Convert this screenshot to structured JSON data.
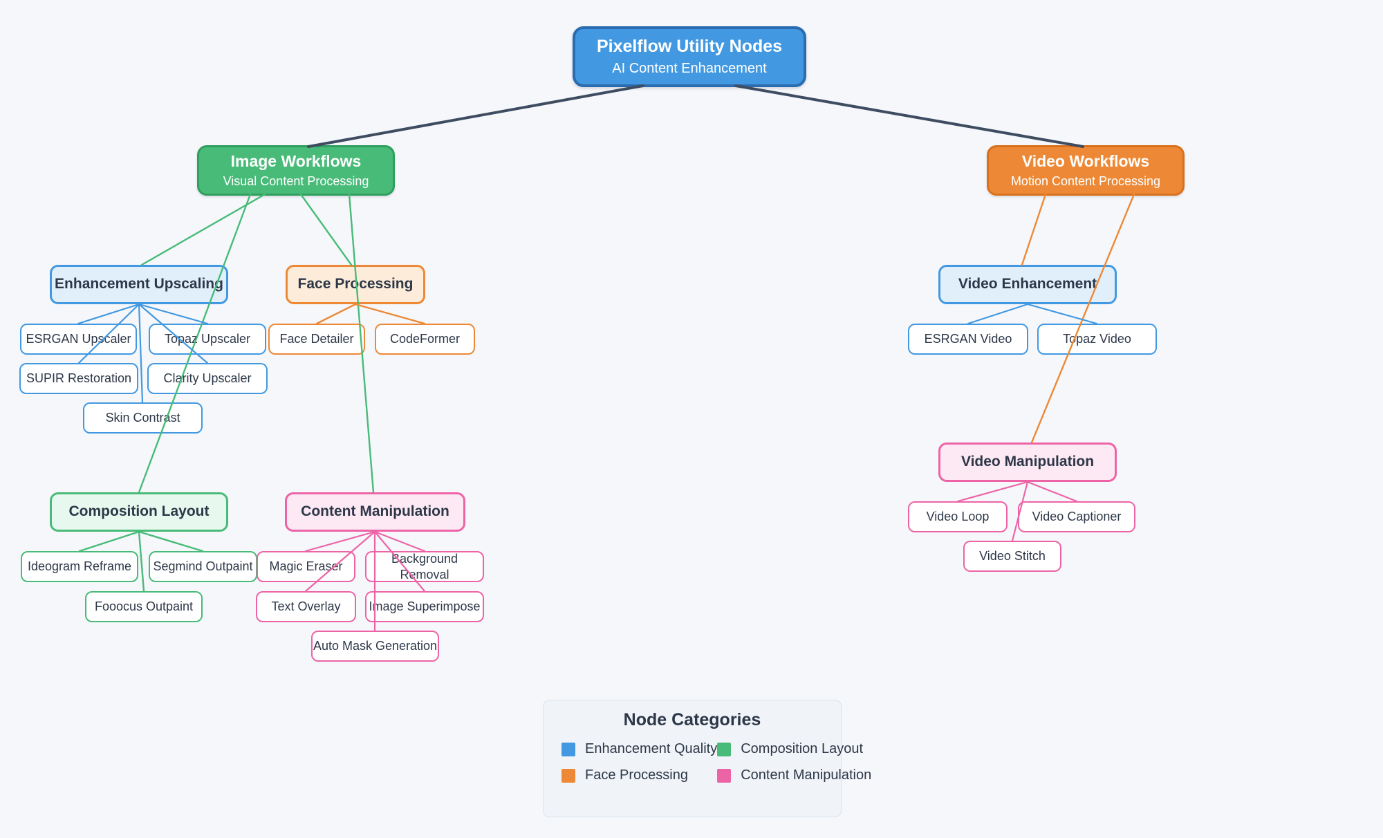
{
  "diagram": {
    "root": {
      "title": "Pixelflow Utility Nodes",
      "subtitle": "AI Content Enhancement"
    },
    "branches": {
      "image": {
        "title": "Image Workflows",
        "subtitle": "Visual Content Processing"
      },
      "video": {
        "title": "Video Workflows",
        "subtitle": "Motion Content Processing"
      }
    },
    "categories": {
      "enhancement_upscaling": "Enhancement Upscaling",
      "face_processing": "Face Processing",
      "composition_layout": "Composition Layout",
      "content_manipulation": "Content Manipulation",
      "video_enhancement": "Video Enhancement",
      "video_manipulation": "Video Manipulation"
    },
    "leaves": {
      "esrgan_upscaler": "ESRGAN Upscaler",
      "topaz_upscaler": "Topaz Upscaler",
      "supir_restoration": "SUPIR Restoration",
      "clarity_upscaler": "Clarity Upscaler",
      "skin_contrast": "Skin Contrast",
      "face_detailer": "Face Detailer",
      "codeformer": "CodeFormer",
      "ideogram_reframe": "Ideogram Reframe",
      "segmind_outpaint": "Segmind Outpaint",
      "fooocus_outpaint": "Fooocus Outpaint",
      "magic_eraser": "Magic Eraser",
      "background_removal": "Background Removal",
      "text_overlay": "Text Overlay",
      "image_superimpose": "Image Superimpose",
      "auto_mask_generation": "Auto Mask Generation",
      "esrgan_video": "ESRGAN Video",
      "topaz_video": "Topaz Video",
      "video_loop": "Video Loop",
      "video_captioner": "Video Captioner",
      "video_stitch": "Video Stitch"
    }
  },
  "legend": {
    "title": "Node Categories",
    "items": [
      {
        "label": "Enhancement Quality",
        "color": "#4299e1"
      },
      {
        "label": "Composition Layout",
        "color": "#48bb78"
      },
      {
        "label": "Face Processing",
        "color": "#ed8936"
      },
      {
        "label": "Content Manipulation",
        "color": "#ed64a6"
      }
    ]
  },
  "colors": {
    "background": "#f5f7fb",
    "blue": "#4299e1",
    "blue_dark": "#2b6cb0",
    "blue_light": "#e1effb",
    "green": "#48bb78",
    "green_dark": "#2f9e5f",
    "green_light": "#e7f8ee",
    "orange": "#ed8936",
    "orange_dark": "#d9711c",
    "orange_light": "#fdecd9",
    "pink": "#ed64a6",
    "pink_light": "#fce9f3",
    "slate": "#3e4c61",
    "text_dark": "#2d3748",
    "leaf_bg": "#ffffff",
    "legend_bg": "#f0f4f8",
    "legend_border": "#d9e2ec"
  }
}
